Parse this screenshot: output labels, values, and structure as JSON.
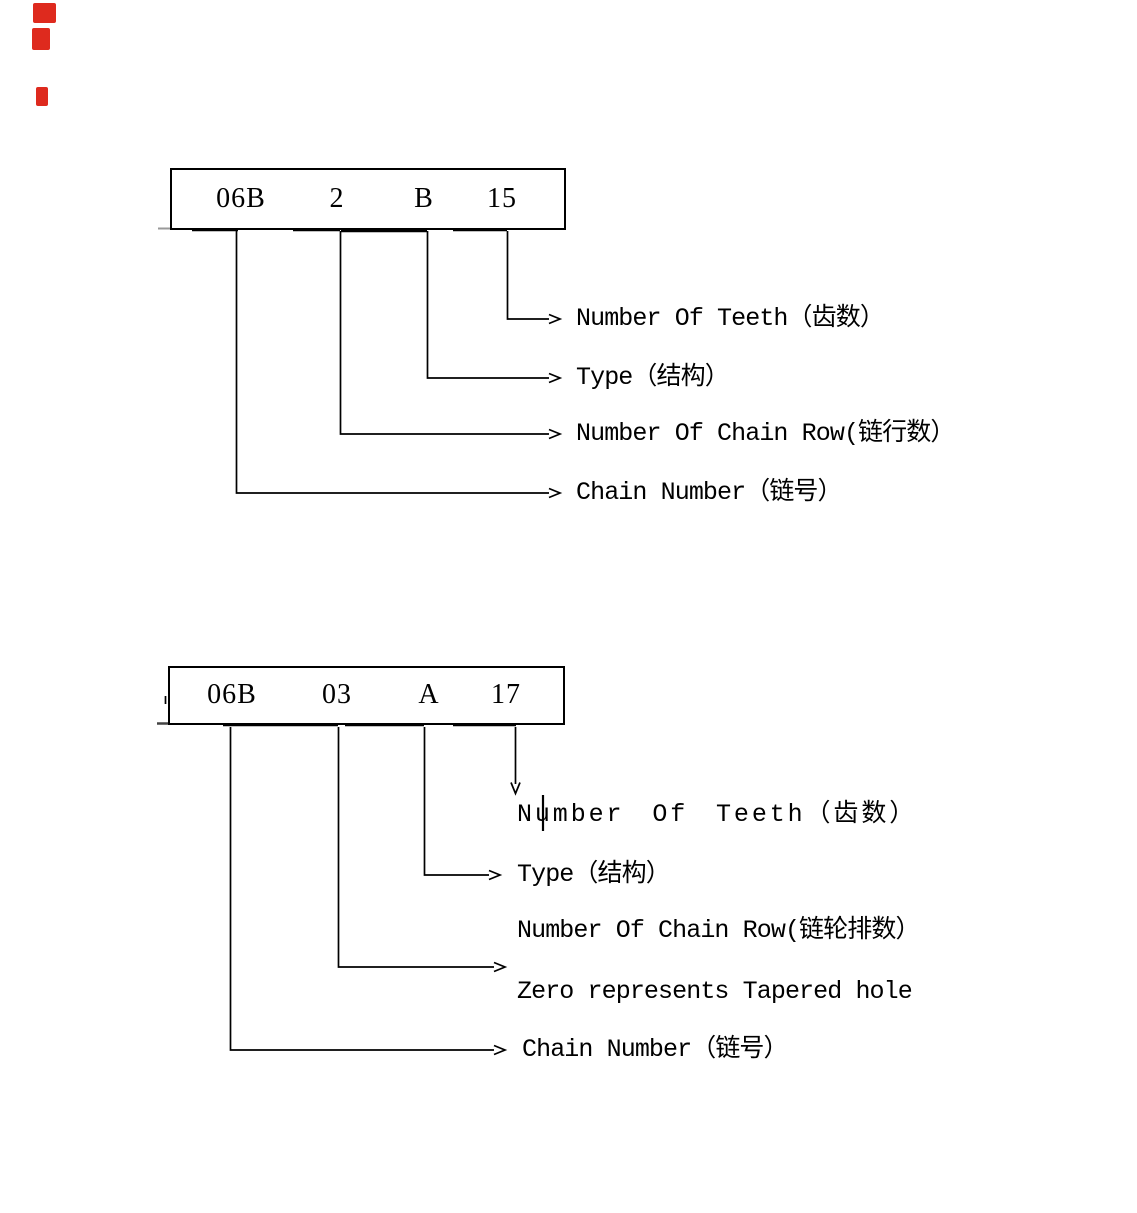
{
  "page": {
    "background": "#ffffff",
    "line_color": "#000000",
    "red_mark_color": "#de2a1e"
  },
  "diagram_top": {
    "codes": [
      "06B",
      "2",
      "B",
      "15"
    ],
    "labels": [
      "Number Of Teeth（齿数）",
      "Type（结构）",
      "Number Of Chain Row(链行数）",
      "Chain Number（链号）"
    ]
  },
  "diagram_bottom": {
    "codes": [
      "06B",
      "03",
      "A",
      "17"
    ],
    "labels": [
      "Number Of Teeth（齿数）",
      "Type（结构）",
      "Number Of Chain Row(链轮排数）",
      "Zero represents Tapered hole",
      "Chain Number（链号）"
    ]
  }
}
